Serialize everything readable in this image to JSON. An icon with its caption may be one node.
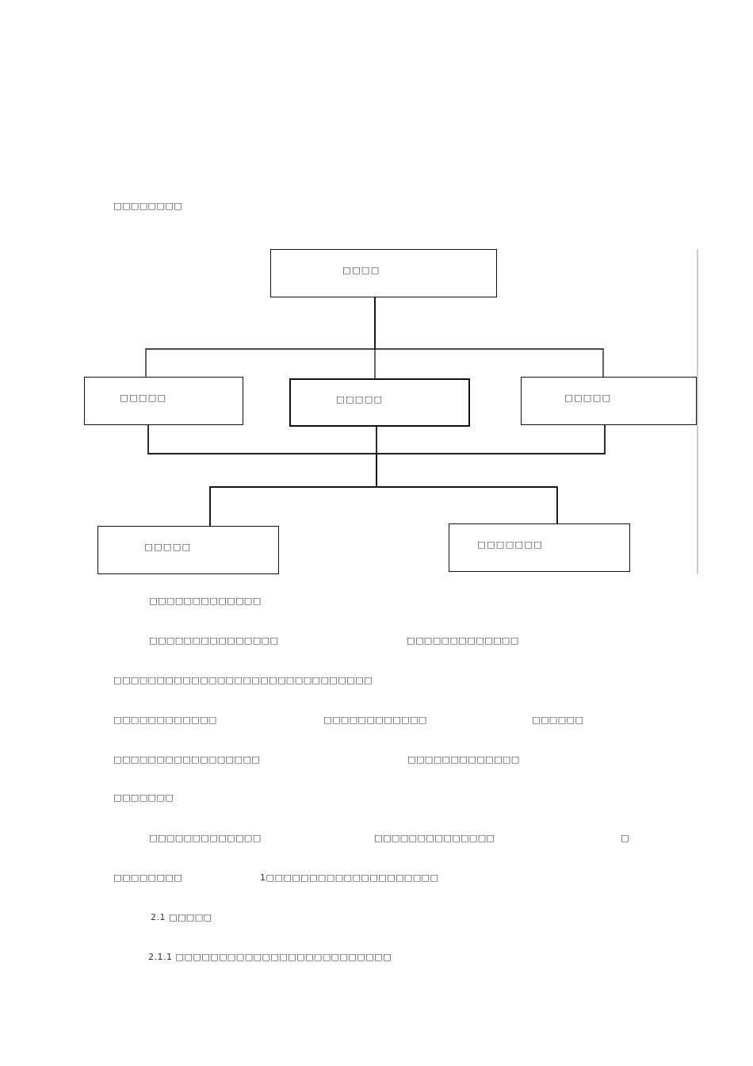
{
  "diagram": {
    "title": "□□□□□□□□",
    "nodes": [
      {
        "text": [
          "□□□□"
        ]
      },
      {
        "text": [
          "□□□□□"
        ]
      },
      {
        "text": [
          "□□□□□"
        ]
      },
      {
        "text": [
          "□□□□□"
        ]
      },
      {
        "text": [
          "□□□□□"
        ]
      },
      {
        "text": [
          "□□□□□□□"
        ]
      }
    ],
    "edges": [
      {
        "from": 0,
        "to": 1,
        "arrow": "none"
      },
      {
        "from": 0,
        "to": 2,
        "arrow": "none"
      },
      {
        "from": 0,
        "to": 3,
        "arrow": "none"
      },
      {
        "from": 1,
        "to": 4,
        "arrow": "none"
      },
      {
        "from": 1,
        "to": 5,
        "arrow": "none"
      },
      {
        "from": 2,
        "to": 4,
        "arrow": "none"
      },
      {
        "from": 2,
        "to": 5,
        "arrow": "none"
      },
      {
        "from": 3,
        "to": 4,
        "arrow": "none"
      },
      {
        "from": 3,
        "to": 5,
        "arrow": "none"
      }
    ],
    "labels": [
      "□□□□□□□□□□□□□",
      "□□□□□□□□□□□□□□□",
      "□□□□□□□□□□□□□",
      "□□□□□□□□□□□□□□□□□□□□□□□□□□□□□□",
      "□□□□□□□□□□□□",
      "□□□□□□□□□□□□",
      "□□□□□□",
      "□□□□□□□□□□□□□□□□□",
      "□□□□□□□□□□□□□",
      "□□□□□□□",
      "□□□□□□□□□□□□□",
      "□□□□□□□□□□□□□□",
      "□",
      "□□□□□□□□",
      "1□□□□□□□□□□□□□□□□□□□□",
      "2.1 □□□□□",
      "2.1.1 □□□□□□□□□□□□□□□□□□□□□□□□□"
    ]
  }
}
